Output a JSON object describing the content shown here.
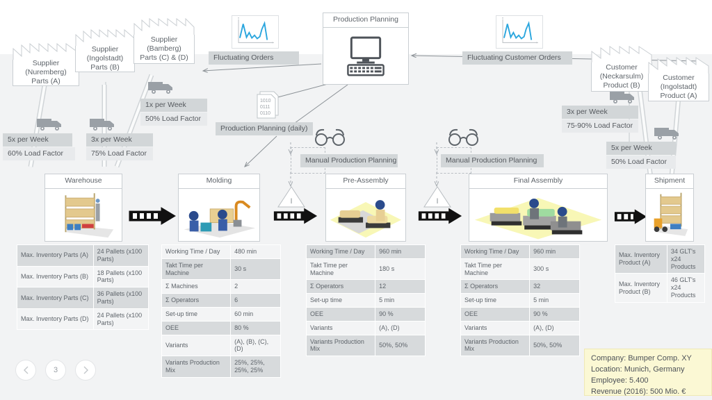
{
  "meta": {
    "title": "Value Stream Map - Bumper Comp. XY"
  },
  "planning": {
    "production_planning_title": "Production Planning",
    "production_planning_icon": "monitor-icon",
    "fluctuating_orders_label": "Fluctuating Orders",
    "fluctuating_customer_orders_label": "Fluctuating Customer Orders",
    "production_planning_daily_label": "Production Planning (daily)",
    "document_icon_lines": [
      "1010",
      "0111",
      "0110"
    ],
    "manual_planning_left_label": "Manual Production Planning",
    "manual_planning_right_label": "Manual Production Planning"
  },
  "suppliers": [
    {
      "name": "supplier-nuremberg",
      "line1": "Supplier",
      "line2": "(Nuremberg)",
      "line3": "Parts (A)",
      "frequency": "5x per Week",
      "load_factor": "60% Load Factor"
    },
    {
      "name": "supplier-ingolstadt",
      "line1": "Supplier",
      "line2": "(Ingolstadt)",
      "line3": "Parts (B)",
      "frequency": "3x per Week",
      "load_factor": "75% Load Factor"
    },
    {
      "name": "supplier-bamberg",
      "line1": "Supplier",
      "line2": "(Bamberg)",
      "line3": "Parts (C) & (D)",
      "frequency": "1x per Week",
      "load_factor": "50% Load Factor"
    }
  ],
  "customers": [
    {
      "name": "customer-neckarsulm",
      "line1": "Customer",
      "line2": "(Neckarsulm)",
      "line3": "Product (B)",
      "frequency": "3x per Week",
      "load_factor": "75-90% Load Factor"
    },
    {
      "name": "customer-ingolstadt",
      "line1": "Customer",
      "line2": "(Ingolstadt)",
      "line3": "Product (A)",
      "frequency": "5x per Week",
      "load_factor": "50% Load Factor"
    }
  ],
  "processes": [
    {
      "name": "warehouse",
      "title": "Warehouse",
      "icon": "pallet-rack-icon"
    },
    {
      "name": "molding",
      "title": "Molding",
      "icon": "robot-molding-icon"
    },
    {
      "name": "pre-assembly",
      "title": "Pre-Assembly",
      "icon": "pre-assembly-icon"
    },
    {
      "name": "final-assembly",
      "title": "Final Assembly",
      "icon": "final-assembly-icon"
    },
    {
      "name": "shipment",
      "title": "Shipment",
      "icon": "forklift-pallet-icon"
    }
  ],
  "inventory_marker": "I",
  "tables": {
    "warehouse": [
      {
        "k": "Max. Inventory Parts (A)",
        "v": "24 Pallets (x100 Parts)"
      },
      {
        "k": "Max. Inventory Parts (B)",
        "v": "18 Pallets (x100 Parts)"
      },
      {
        "k": "Max. Inventory Parts (C)",
        "v": "36 Pallets (x100 Parts)"
      },
      {
        "k": "Max. Inventory Parts (D)",
        "v": "24 Pallets (x100 Parts)"
      }
    ],
    "molding": [
      {
        "k": "Working Time / Day",
        "v": "480 min"
      },
      {
        "k": "Takt Time per Machine",
        "v": "30 s"
      },
      {
        "k": "Σ Machines",
        "v": "2"
      },
      {
        "k": "Σ Operators",
        "v": "6"
      },
      {
        "k": "Set-up time",
        "v": "60 min"
      },
      {
        "k": "OEE",
        "v": "80 %"
      },
      {
        "k": "Variants",
        "v": "(A), (B), (C), (D)"
      },
      {
        "k": "Variants Production Mix",
        "v": "25%, 25%, 25%, 25%"
      }
    ],
    "pre_assembly": [
      {
        "k": "Working Time / Day",
        "v": "960 min"
      },
      {
        "k": "Takt Time per Machine",
        "v": "180 s"
      },
      {
        "k": "Σ Operators",
        "v": "12"
      },
      {
        "k": "Set-up time",
        "v": "5 min"
      },
      {
        "k": "OEE",
        "v": "90 %"
      },
      {
        "k": "Variants",
        "v": "(A), (D)"
      },
      {
        "k": "Variants Production Mix",
        "v": "50%, 50%"
      }
    ],
    "final_assembly": [
      {
        "k": "Working Time / Day",
        "v": "960 min"
      },
      {
        "k": "Takt Time per Machine",
        "v": "300 s"
      },
      {
        "k": "Σ Operators",
        "v": "32"
      },
      {
        "k": "Set-up time",
        "v": "5 min"
      },
      {
        "k": "OEE",
        "v": "90 %"
      },
      {
        "k": "Variants",
        "v": "(A), (D)"
      },
      {
        "k": "Variants Production Mix",
        "v": "50%, 50%"
      }
    ],
    "shipment": [
      {
        "k": "Max. Inventory Product (A)",
        "v": "34 GLT's x24 Products"
      },
      {
        "k": "Max. Inventory Product (B)",
        "v": "46 GLT's x24 Products"
      }
    ]
  },
  "info_box": {
    "company": "Company: Bumper Comp. XY",
    "location": "Location: Munich, Germany",
    "employee": "Employee: 5.400",
    "revenue": "Revenue (2016): 500 Mio. €"
  },
  "pagination": {
    "prev_icon": "chevron-left-icon",
    "page": "3",
    "next_icon": "chevron-right-icon"
  },
  "colors": {
    "accent_chart": "#2ba6de",
    "chip_gray": "#d2d6d8",
    "chip_light": "#e8eaec",
    "table_row_dark": "#d7dadc",
    "table_row_light": "#f3f4f5",
    "info_bg": "#fbf8d4",
    "text": "#5e646a"
  }
}
